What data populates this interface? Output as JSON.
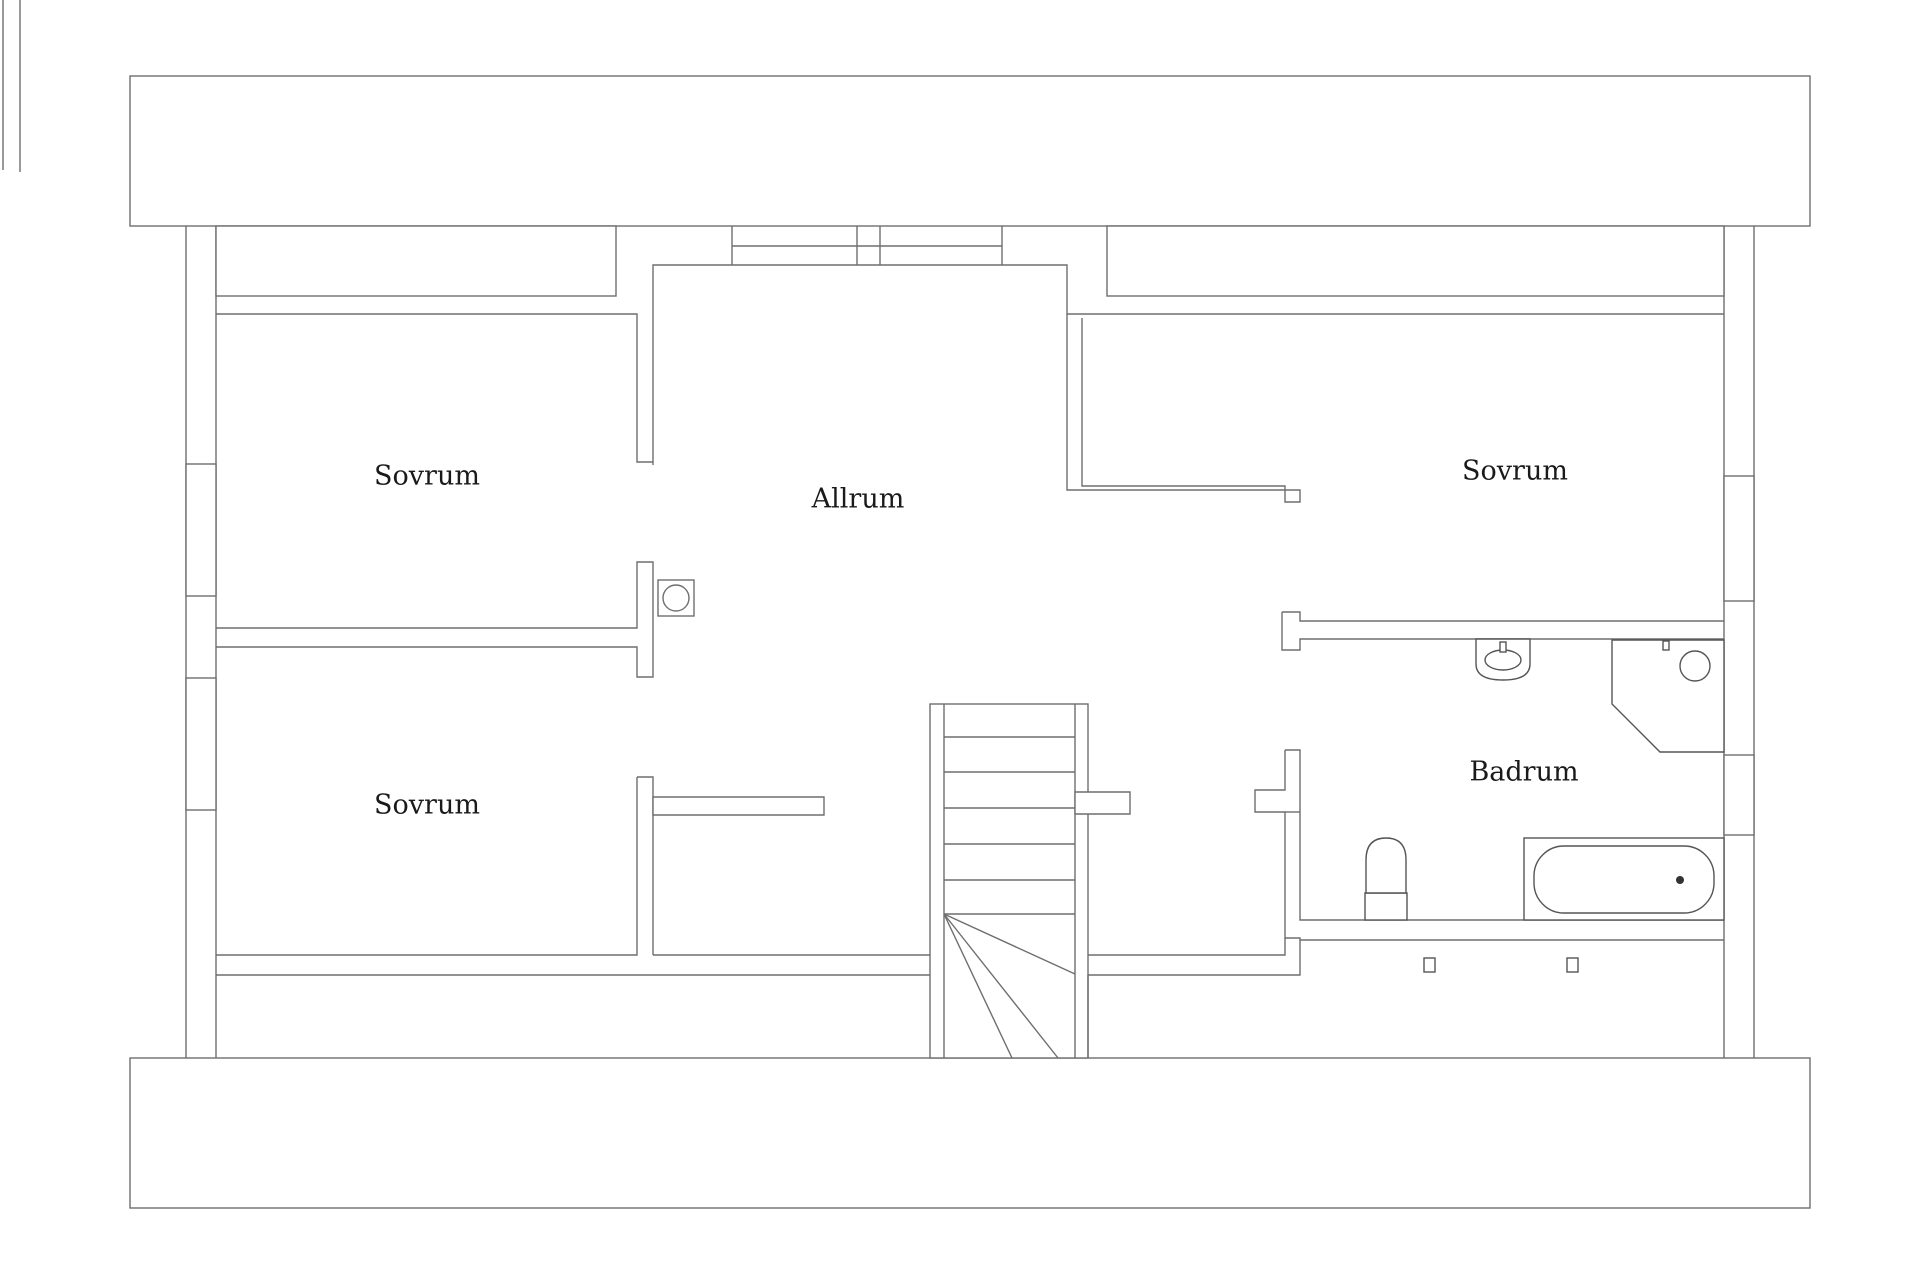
{
  "floorplan": {
    "rooms": {
      "bedroom_top_left": "Sovrum",
      "bedroom_bottom_left": "Sovrum",
      "living": "Allrum",
      "bedroom_right": "Sovrum",
      "bathroom": "Badrum"
    },
    "colors": {
      "wall_stroke": "#6e6e6e",
      "background": "#ffffff",
      "label": "#1a1a1a"
    }
  }
}
